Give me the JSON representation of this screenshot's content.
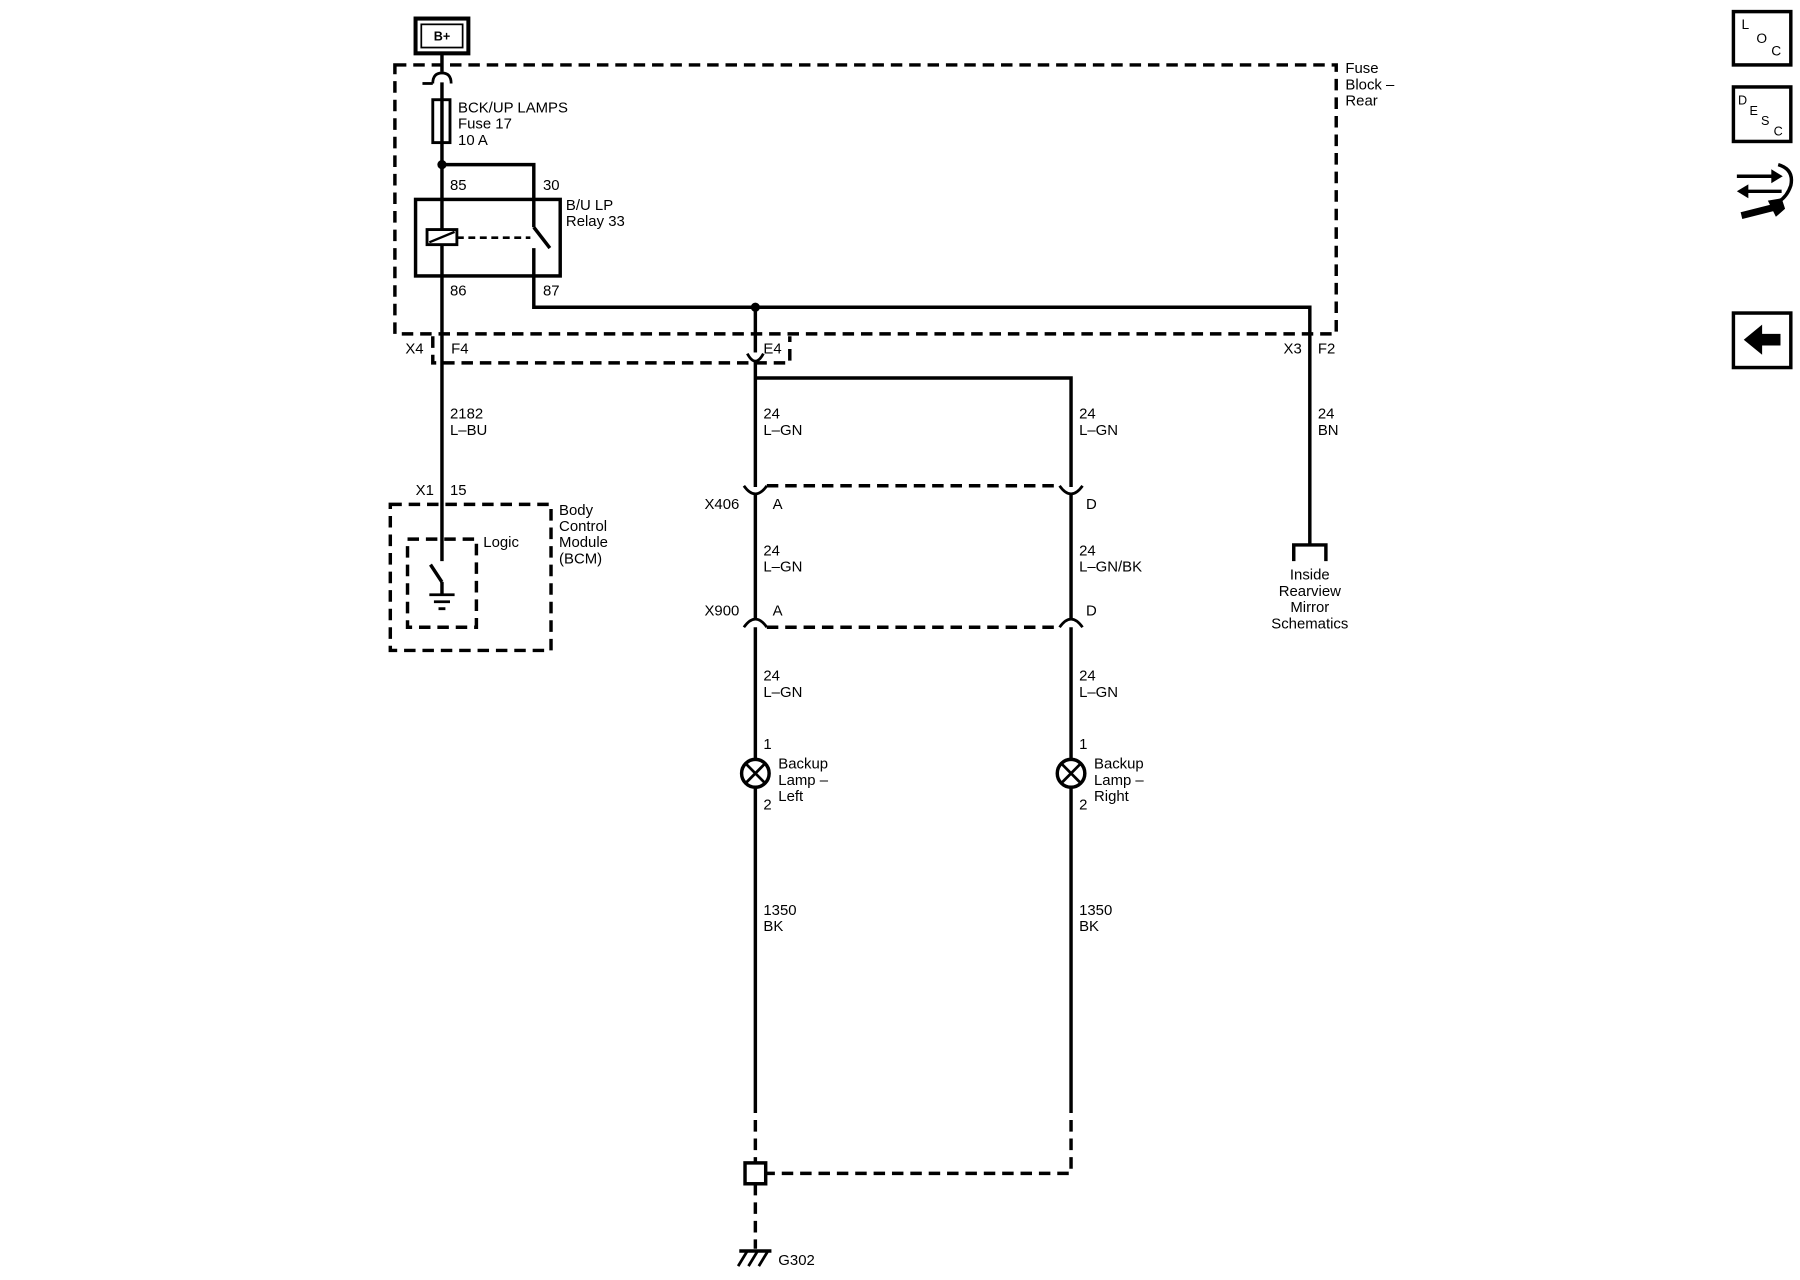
{
  "power_source": {
    "label": "B+"
  },
  "fuse_block": {
    "title_lines": [
      "Fuse",
      "Block –",
      "Rear"
    ],
    "fuse": {
      "circuit_name": "BCK/UP LAMPS",
      "name": "Fuse 17",
      "rating": "10 A"
    },
    "relay": {
      "name_lines": [
        "B/U LP",
        "Relay 33"
      ],
      "pin_85": "85",
      "pin_30": "30",
      "pin_86": "86",
      "pin_87": "87"
    },
    "connector_x4": {
      "name": "X4",
      "pin_f4": "F4",
      "pin_e4": "E4"
    },
    "connector_x3": {
      "name": "X3",
      "pin_f2": "F2"
    }
  },
  "wires": {
    "bcm_control": {
      "circuit": "2182",
      "color": "L–BU"
    },
    "left_feed": {
      "circuit": "24",
      "color": "L–GN"
    },
    "right_feed": {
      "circuit": "24",
      "color": "L–GN"
    },
    "mirror_feed": {
      "circuit": "24",
      "color": "BN"
    },
    "left_mid": {
      "circuit": "24",
      "color": "L–GN"
    },
    "right_mid": {
      "circuit": "24",
      "color": "L–GN/BK"
    },
    "left_lamp_feed": {
      "circuit": "24",
      "color": "L–GN"
    },
    "right_lamp_feed": {
      "circuit": "24",
      "color": "L–GN"
    },
    "left_ground": {
      "circuit": "1350",
      "color": "BK"
    },
    "right_ground": {
      "circuit": "1350",
      "color": "BK"
    }
  },
  "bcm": {
    "connector": "X1",
    "pin": "15",
    "name_lines": [
      "Body",
      "Control",
      "Module",
      "(BCM)"
    ],
    "logic_label": "Logic"
  },
  "inline_connectors": {
    "x406": {
      "name": "X406",
      "pin_left": "A",
      "pin_right": "D"
    },
    "x900": {
      "name": "X900",
      "pin_left": "A",
      "pin_right": "D"
    }
  },
  "lamps": {
    "left": {
      "pin_in": "1",
      "pin_out": "2",
      "name_lines": [
        "Backup",
        "Lamp –",
        "Left"
      ]
    },
    "right": {
      "pin_in": "1",
      "pin_out": "2",
      "name_lines": [
        "Backup",
        "Lamp –",
        "Right"
      ]
    }
  },
  "mirror_reference": {
    "name_lines": [
      "Inside",
      "Rearview",
      "Mirror",
      "Schematics"
    ]
  },
  "ground": {
    "name": "G302"
  },
  "nav": {
    "location_button": {
      "letters": [
        "L",
        "O",
        "C"
      ]
    },
    "description_button": {
      "letters": [
        "D",
        "E",
        "S",
        "C"
      ]
    },
    "connector_button": {
      "icon": "connector-repair-icon"
    },
    "back_button": {
      "icon": "left-arrow-icon"
    }
  },
  "colors": {
    "ink": "#000000",
    "background": "#ffffff"
  }
}
